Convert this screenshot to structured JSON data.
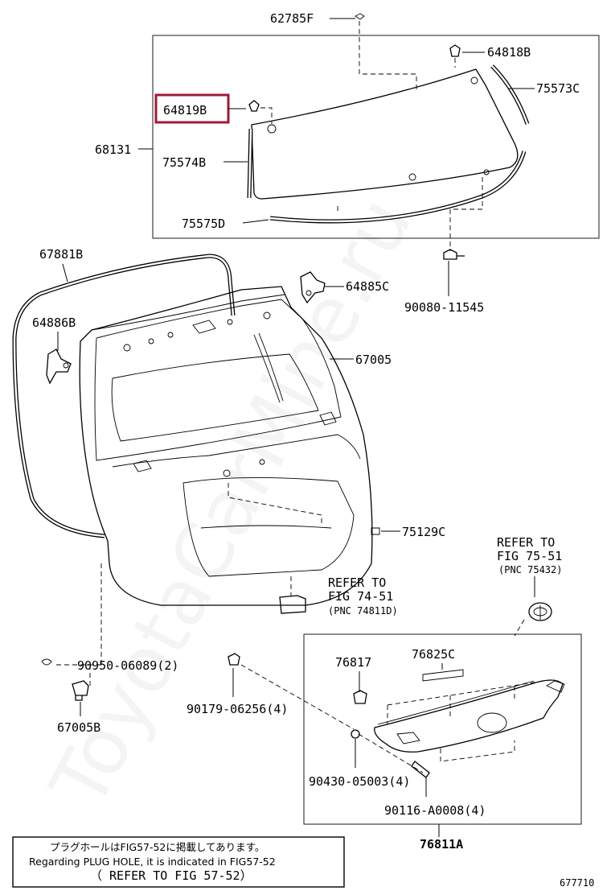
{
  "diagram": {
    "highlight_color": "#9b1c3a",
    "watermark": "ToyotaCarMine.ru",
    "labels": {
      "p62785F": "62785F",
      "p64818B": "64818B",
      "p75573C": "75573C",
      "p64819B": "64819B",
      "p68131": "68131",
      "p75574B": "75574B",
      "p75575D": "75575D",
      "p67881B": "67881B",
      "p64885C": "64885C",
      "p90080_11545": "90080-11545",
      "p64886B": "64886B",
      "p67005": "67005",
      "p75129C": "75129C",
      "p90950_06089": "90950-06089(2)",
      "p67005B": "67005B",
      "p90179_06256": "90179-06256(4)",
      "p76817": "76817",
      "p76825C": "76825C",
      "p90430_05003": "90430-05003(4)",
      "p90116_A0008": "90116-A0008(4)",
      "p76811A": "76811A"
    },
    "refer_74": {
      "line1": "REFER TO",
      "line2": "FIG 74-51",
      "line3": "(PNC 74811D)"
    },
    "refer_75": {
      "line1": "REFER TO",
      "line2": "FIG 75-51",
      "line3": "(PNC 75432)"
    },
    "note": {
      "line1": "プラグホールはFIG57-52に掲載してあります。",
      "line2": "Regarding PLUG HOLE, it is indicated in FIG57-52",
      "line3": "（ REFER TO FIG 57-52）"
    },
    "figure_number": "677710"
  }
}
